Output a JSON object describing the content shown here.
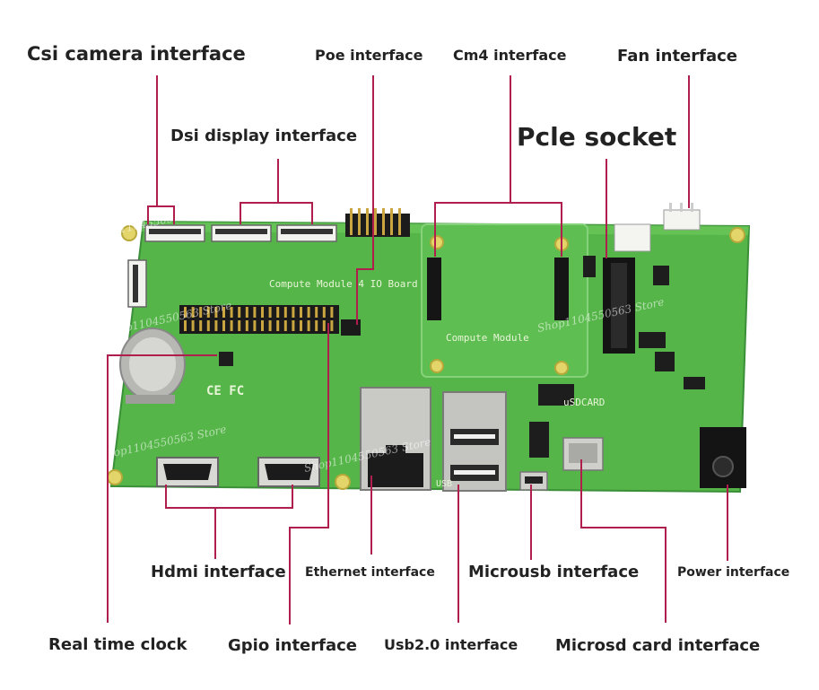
{
  "callouts": {
    "csi": "Csi camera interface",
    "dsi": "Dsi display interface",
    "poe": "Poe interface",
    "cm4": "Cm4 interface",
    "pcie": "Pcle socket",
    "fan": "Fan interface",
    "hdmi": "Hdmi interface",
    "ethernet": "Ethernet interface",
    "microusb": "Microusb interface",
    "power": "Power interface",
    "rtc": "Real time clock",
    "gpio": "Gpio interface",
    "usb2": "Usb2.0 interface",
    "microsd": "Microsd card interface"
  },
  "board_silkscreen": {
    "board_name": "Compute Module 4 IO Board",
    "module_label": "Compute Module",
    "sd_label": "uSDCARD",
    "usb_label": "USB",
    "marks": "CE FC"
  },
  "watermark": "Shop1104550563 Store",
  "colors": {
    "board": "#57b84a",
    "board_dark": "#3e9a3a",
    "leader_line": "#b01e4e",
    "label_text": "#222222"
  }
}
